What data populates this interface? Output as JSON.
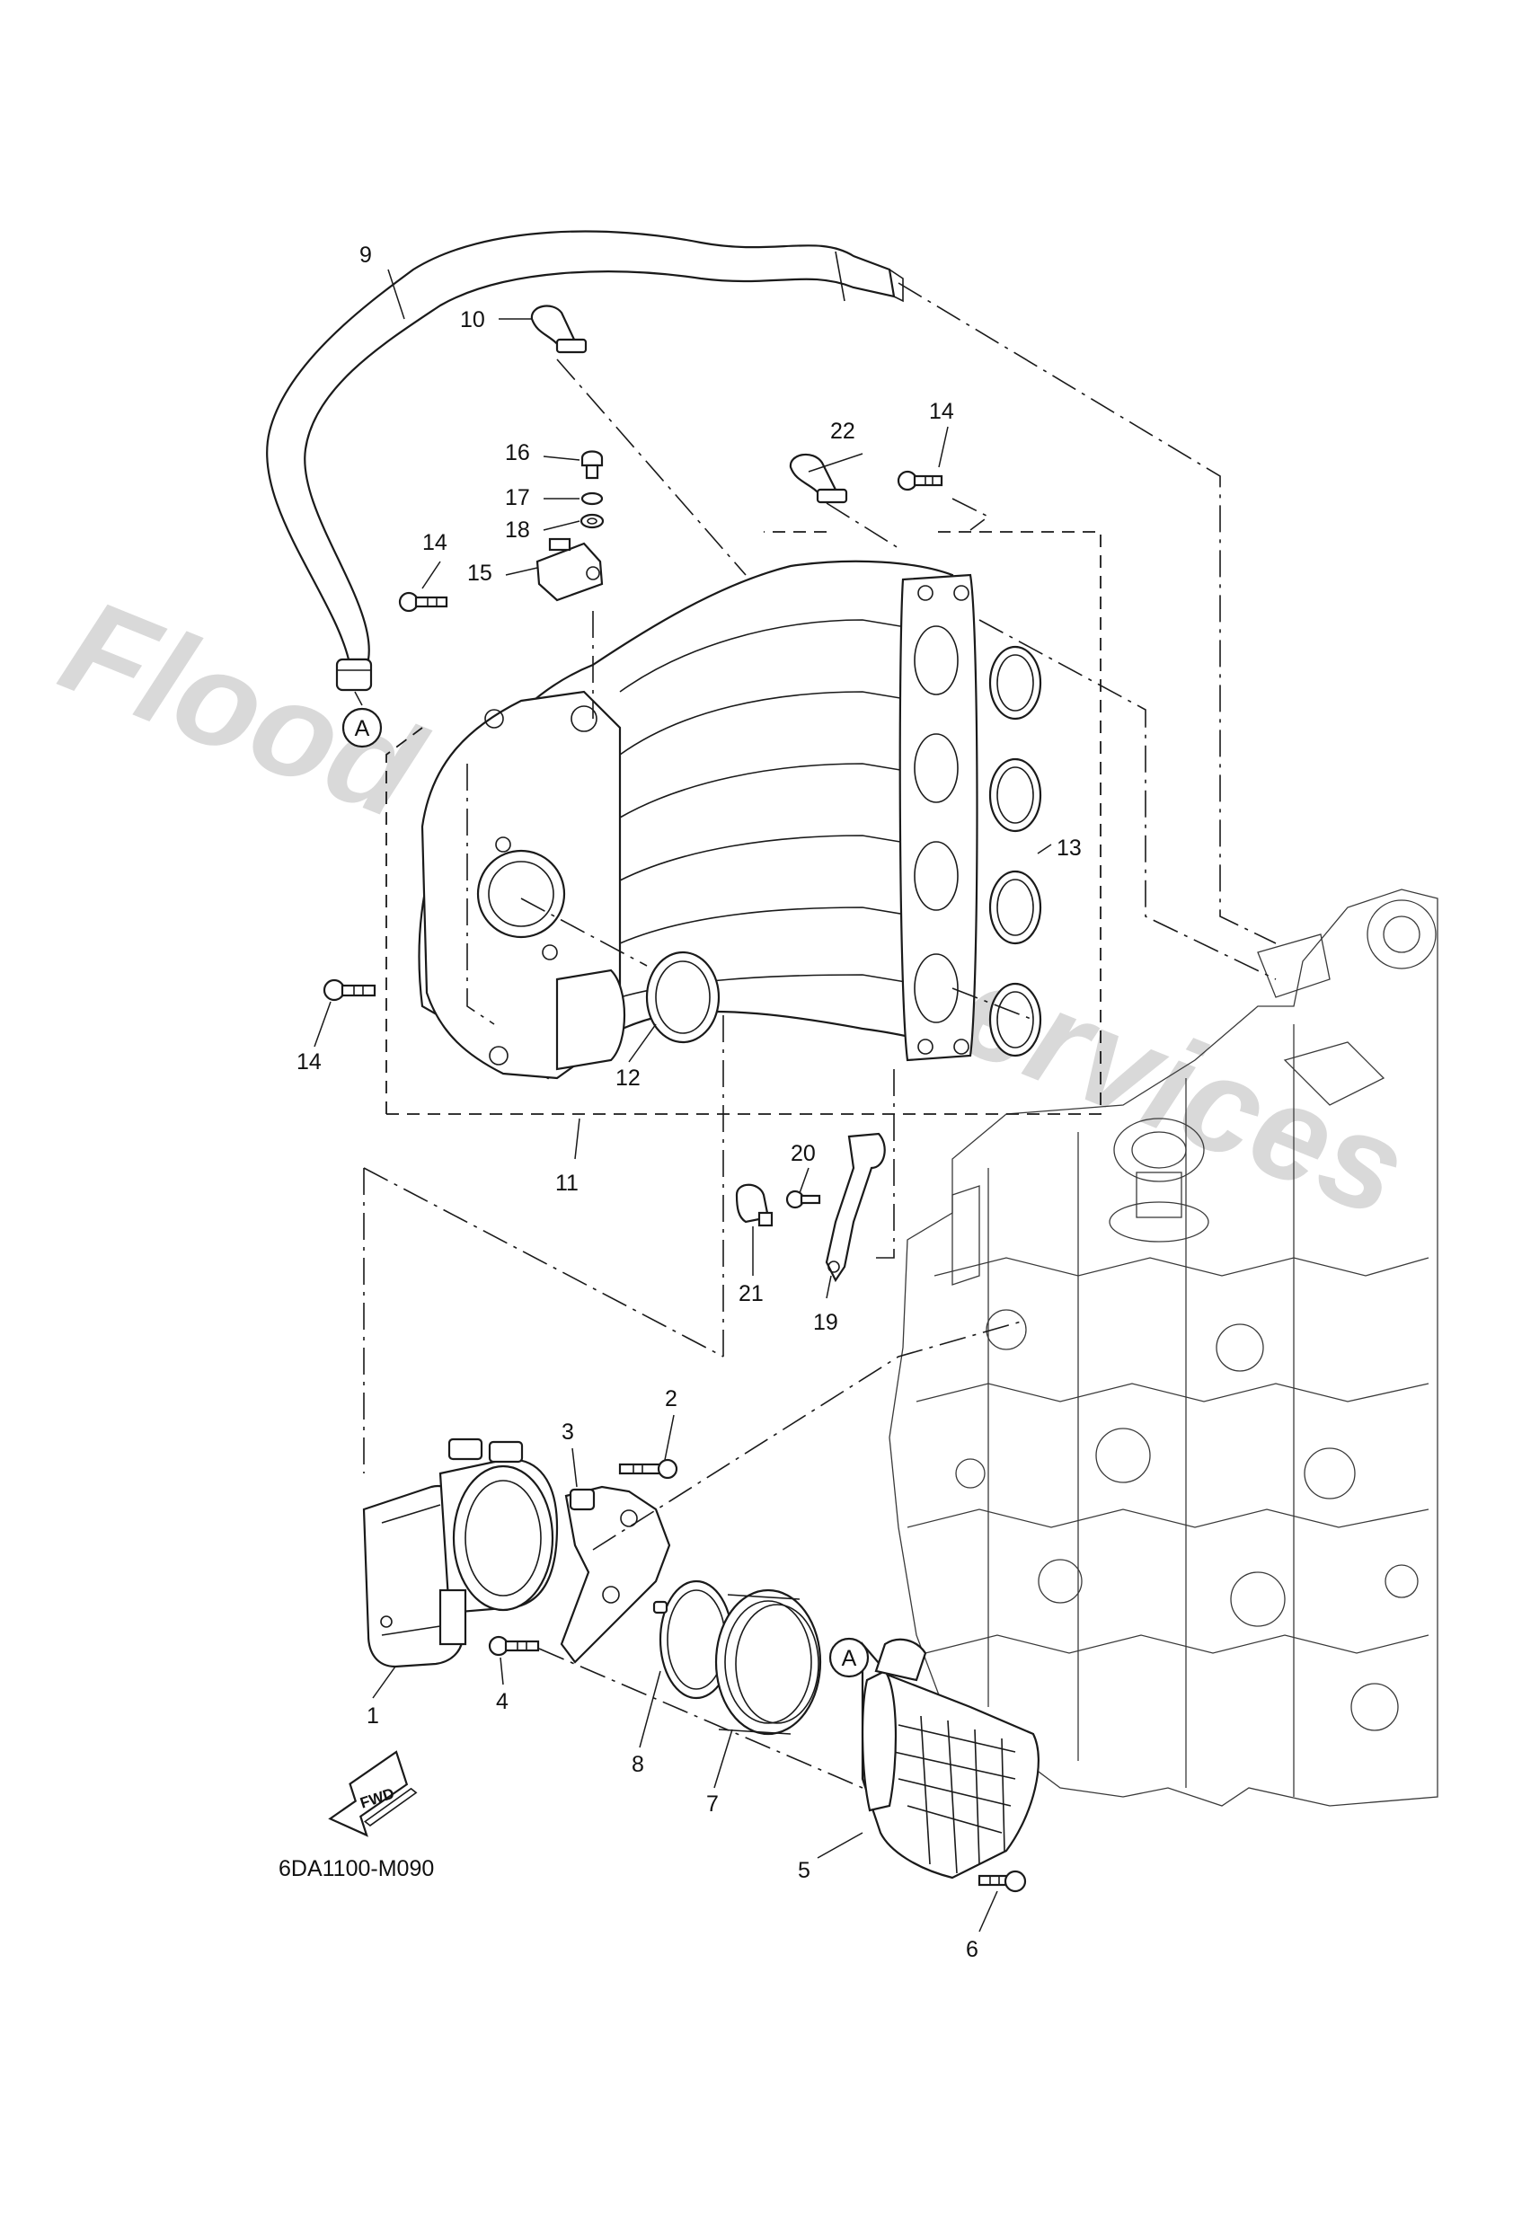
{
  "watermark": "Flood Marine Services",
  "diagram_code": "6DA1100-M090",
  "fwd_label": "FWD",
  "ref_marker": "A",
  "callouts": [
    {
      "id": "1",
      "text": "1"
    },
    {
      "id": "2",
      "text": "2"
    },
    {
      "id": "3",
      "text": "3"
    },
    {
      "id": "4",
      "text": "4"
    },
    {
      "id": "5",
      "text": "5"
    },
    {
      "id": "6",
      "text": "6"
    },
    {
      "id": "7",
      "text": "7"
    },
    {
      "id": "8",
      "text": "8"
    },
    {
      "id": "9",
      "text": "9"
    },
    {
      "id": "10",
      "text": "10"
    },
    {
      "id": "11",
      "text": "11"
    },
    {
      "id": "12",
      "text": "12"
    },
    {
      "id": "13",
      "text": "13"
    },
    {
      "id": "14a",
      "text": "14"
    },
    {
      "id": "14b",
      "text": "14"
    },
    {
      "id": "14c",
      "text": "14"
    },
    {
      "id": "15",
      "text": "15"
    },
    {
      "id": "16",
      "text": "16"
    },
    {
      "id": "17",
      "text": "17"
    },
    {
      "id": "18",
      "text": "18"
    },
    {
      "id": "19",
      "text": "19"
    },
    {
      "id": "20",
      "text": "20"
    },
    {
      "id": "21",
      "text": "21"
    },
    {
      "id": "22",
      "text": "22"
    }
  ]
}
